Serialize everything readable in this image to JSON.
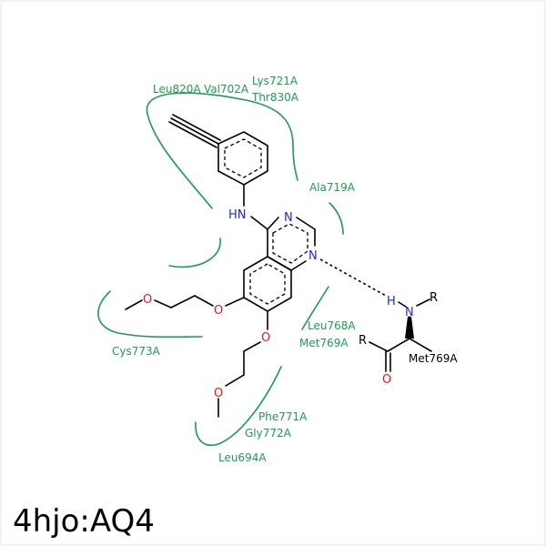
{
  "frame": {
    "border_color": "#e6e6e6",
    "pocket_color": "#1e9b50",
    "nitrogen_color": "#1a2bd6",
    "oxygen_color": "#e01515"
  },
  "residues": {
    "leu820": "Leu820A",
    "val702": "Val702A",
    "lys721": "Lys721A",
    "thr830": "Thr830A",
    "ala719": "Ala719A",
    "cys773": "Cys773A",
    "leu768": "Leu768A",
    "met769": "Met769A",
    "phe771": "Phe771A",
    "gly772": "Gly772A",
    "leu694": "Leu694A"
  },
  "atoms": {
    "hn": "HN",
    "n1": "N",
    "n2": "N",
    "o1": "O",
    "o2": "O",
    "o3": "O",
    "o4": "O",
    "h": "H",
    "n_met": "N",
    "r1": "R",
    "r2": "R",
    "o_met": "O"
  },
  "met_label": "Met769A",
  "pdb_id": "4hjo:AQ4"
}
